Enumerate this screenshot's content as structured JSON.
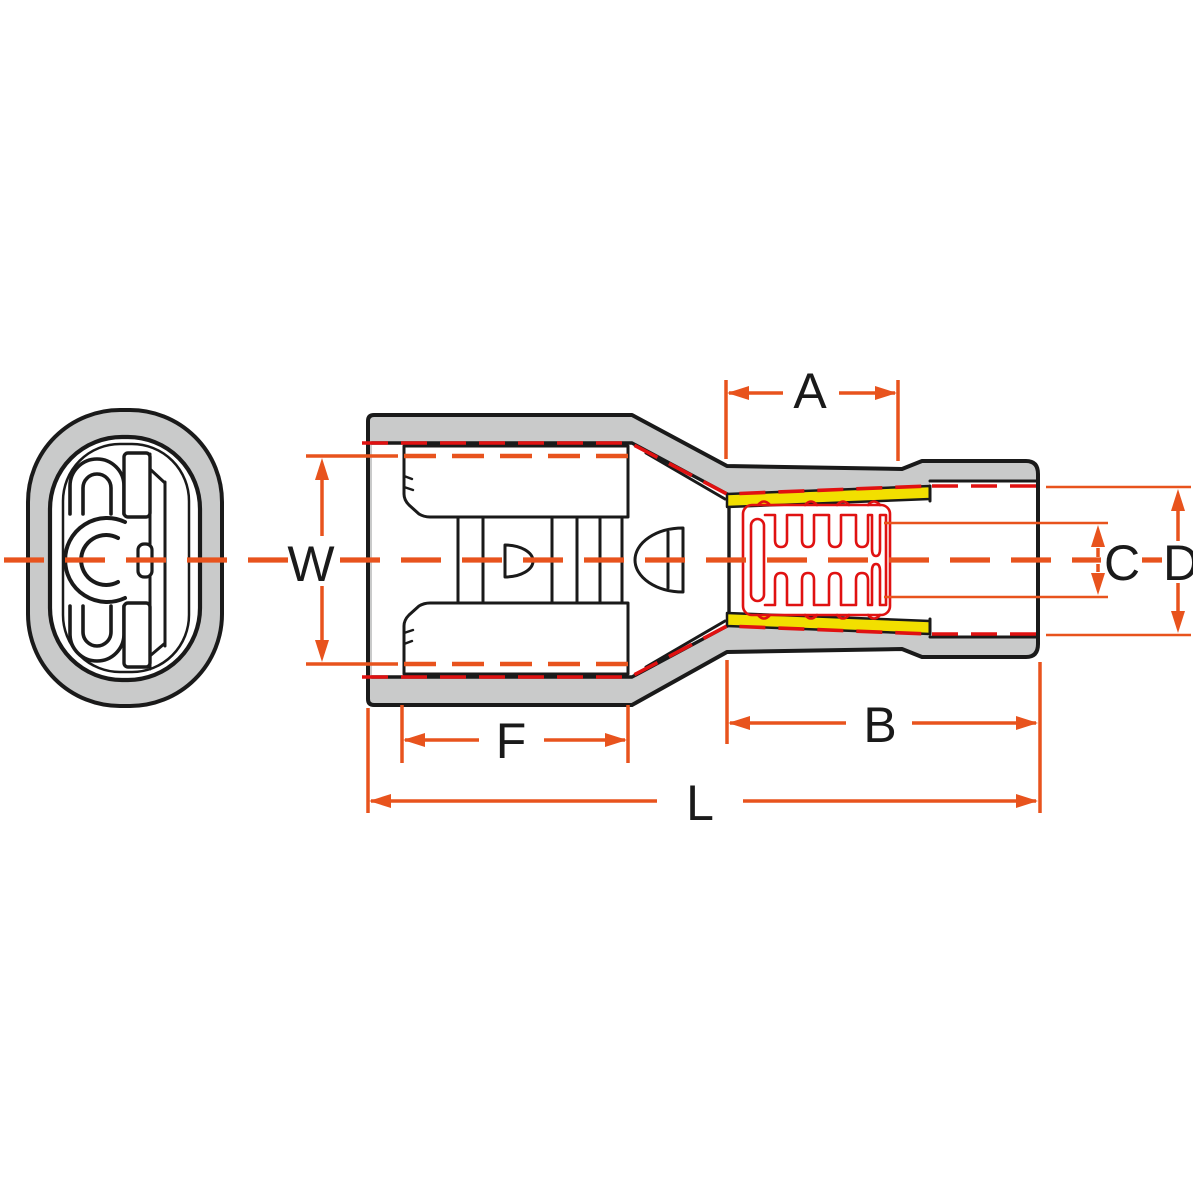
{
  "drawing": {
    "labels": {
      "a": "A",
      "w": "W",
      "c": "C",
      "d": "D",
      "f": "F",
      "b": "B",
      "l": "L"
    },
    "colors": {
      "dimension_line": "#e8531d",
      "hidden_line_red": "#e01111",
      "insulation_gray": "#c9caca",
      "sleeve_yellow": "#f2df00",
      "outline_black": "#1a1a1a",
      "background": "#ffffff"
    }
  }
}
